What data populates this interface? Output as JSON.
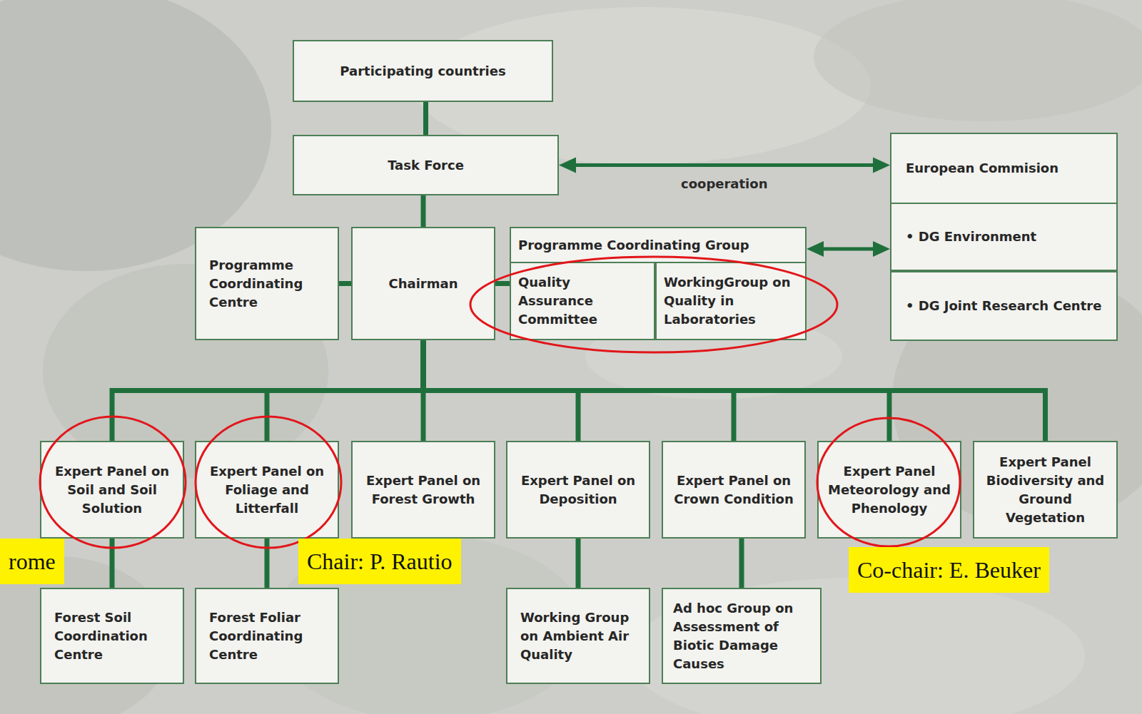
{
  "diagram": {
    "nodes": [
      {
        "text": [
          "Participating countries"
        ]
      },
      {
        "text": [
          "Task Force"
        ]
      },
      {
        "text": [
          "European Commision"
        ]
      },
      {
        "text": [
          "• DG Environment"
        ],
        "in": 2
      },
      {
        "text": [
          "• DG Joint Research Centre"
        ],
        "in": 2
      },
      {
        "text": [
          "Programme Coordinating Centre"
        ]
      },
      {
        "text": [
          "Chairman"
        ]
      },
      {
        "text": [
          "Programme Coordinating Group"
        ]
      },
      {
        "text": [
          "Quality Assurance Committee"
        ],
        "in": 7
      },
      {
        "text": [
          "WorkingGroup on Quality in Laboratories"
        ],
        "in": 7
      },
      {
        "text": [
          "Expert Panel on Soil and Soil Solution"
        ]
      },
      {
        "text": [
          "Expert Panel on Foliage and Litterfall"
        ]
      },
      {
        "text": [
          "Expert Panel on Forest Growth"
        ]
      },
      {
        "text": [
          "Expert Panel on Deposition"
        ]
      },
      {
        "text": [
          "Expert Panel on Crown Condition"
        ]
      },
      {
        "text": [
          "Expert Panel Meteorology and Phenology"
        ]
      },
      {
        "text": [
          "Expert Panel Biodiversity and Ground Vegetation"
        ]
      },
      {
        "text": [
          "Forest Soil Coordination Centre"
        ]
      },
      {
        "text": [
          "Forest Foliar Coordinating Centre"
        ]
      },
      {
        "text": [
          "Working Group on Ambient Air Quality"
        ]
      },
      {
        "text": [
          "Ad hoc Group on Assessment of Biotic Damage Causes"
        ]
      }
    ],
    "edges": [
      {
        "from": 0,
        "to": 1,
        "arrow": "none"
      },
      {
        "from": 1,
        "to": 2,
        "label": "cooperation",
        "arrow": "both"
      },
      {
        "from": 1,
        "to": 6,
        "arrow": "none"
      },
      {
        "from": 5,
        "to": 6,
        "arrow": "none"
      },
      {
        "from": 6,
        "to": 7,
        "arrow": "none"
      },
      {
        "from": 7,
        "to": 3,
        "arrow": "both"
      },
      {
        "from": 6,
        "to": 10,
        "arrow": "none"
      },
      {
        "from": 6,
        "to": 11,
        "arrow": "none"
      },
      {
        "from": 6,
        "to": 12,
        "arrow": "none"
      },
      {
        "from": 6,
        "to": 13,
        "arrow": "none"
      },
      {
        "from": 6,
        "to": 14,
        "arrow": "none"
      },
      {
        "from": 6,
        "to": 15,
        "arrow": "none"
      },
      {
        "from": 6,
        "to": 16,
        "arrow": "none"
      },
      {
        "from": 10,
        "to": 17,
        "arrow": "none"
      },
      {
        "from": 11,
        "to": 18,
        "arrow": "none"
      },
      {
        "from": 13,
        "to": 19,
        "arrow": "none"
      },
      {
        "from": 14,
        "to": 20,
        "arrow": "none"
      }
    ],
    "labels": [
      "rome",
      "Chair: P. Rautio",
      "Co-chair: E. Beuker"
    ]
  }
}
